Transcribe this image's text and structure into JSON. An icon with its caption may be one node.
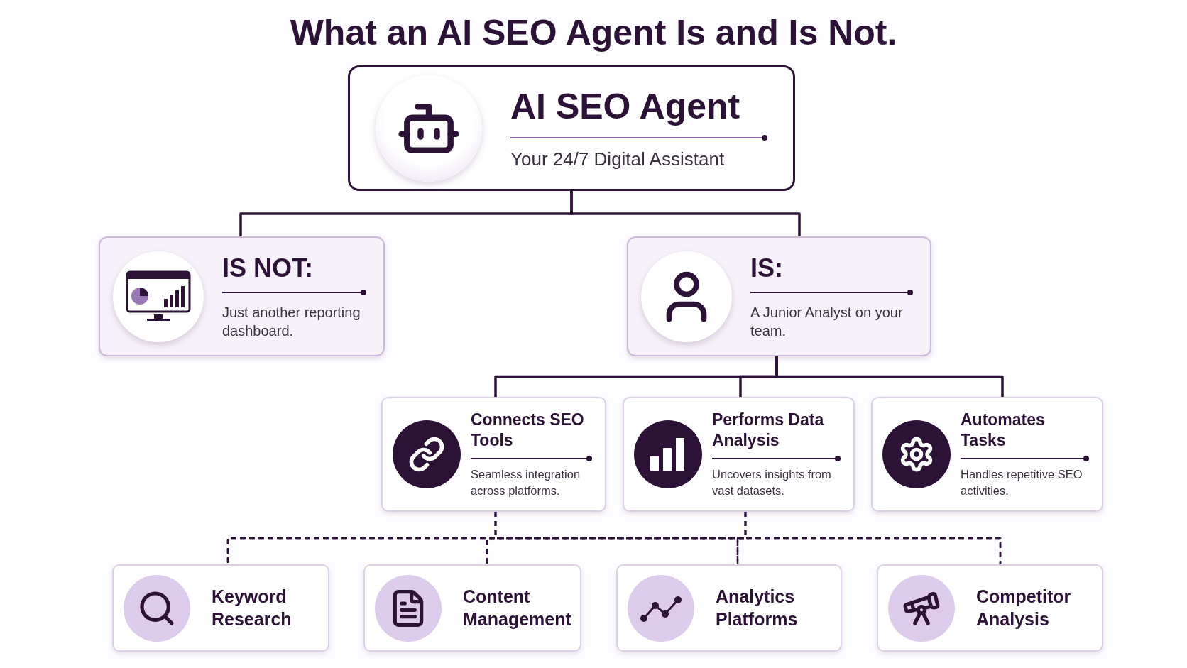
{
  "diagram": {
    "title": "What an AI SEO Agent Is and Is Not.",
    "nodes": [
      {
        "text": [
          "AI SEO Agent",
          "Your 24/7 Digital Assistant"
        ]
      },
      {
        "text": [
          "IS NOT:",
          "Just another reporting dashboard."
        ]
      },
      {
        "text": [
          "IS:",
          "A Junior Analyst on your team."
        ]
      },
      {
        "text": [
          "Connects SEO Tools",
          "Seamless integration across platforms."
        ]
      },
      {
        "text": [
          "Performs Data Analysis",
          "Uncovers insights from vast datasets."
        ]
      },
      {
        "text": [
          "Automates Tasks",
          "Handles repetitive SEO activities."
        ]
      },
      {
        "text": [
          "Keyword Research"
        ]
      },
      {
        "text": [
          "Content Management"
        ]
      },
      {
        "text": [
          "Analytics Platforms"
        ]
      },
      {
        "text": [
          "Competitor Analysis"
        ]
      }
    ],
    "edges": [
      {
        "from": 0,
        "to": 1,
        "arrow": "none"
      },
      {
        "from": 0,
        "to": 2,
        "arrow": "none"
      },
      {
        "from": 2,
        "to": 3,
        "arrow": "none"
      },
      {
        "from": 2,
        "to": 4,
        "arrow": "none"
      },
      {
        "from": 2,
        "to": 5,
        "arrow": "none"
      },
      {
        "from": 3,
        "to": 6,
        "arrow": "none",
        "style": "dashed"
      },
      {
        "from": 3,
        "to": 7,
        "arrow": "none",
        "style": "dashed"
      },
      {
        "from": 3,
        "to": 8,
        "arrow": "none",
        "style": "dashed"
      },
      {
        "from": 3,
        "to": 9,
        "arrow": "none",
        "style": "dashed"
      },
      {
        "from": 4,
        "to": 6,
        "arrow": "none",
        "style": "dashed"
      },
      {
        "from": 4,
        "to": 7,
        "arrow": "none",
        "style": "dashed"
      },
      {
        "from": 4,
        "to": 8,
        "arrow": "none",
        "style": "dashed"
      },
      {
        "from": 4,
        "to": 9,
        "arrow": "none",
        "style": "dashed"
      }
    ]
  }
}
